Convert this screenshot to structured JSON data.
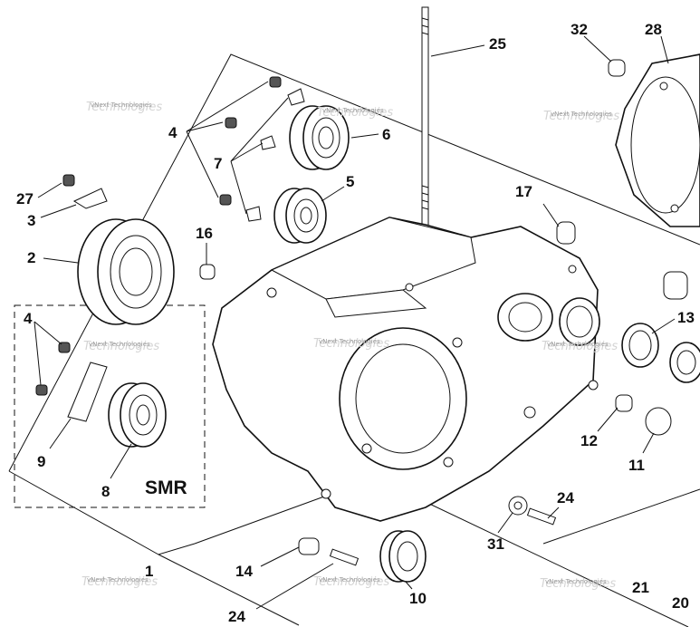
{
  "diagram": {
    "callouts": [
      "25",
      "32",
      "28",
      "4",
      "6",
      "7",
      "5",
      "27",
      "3",
      "17",
      "16",
      "2",
      "13",
      "4",
      "12",
      "11",
      "9",
      "8",
      "SMR",
      "24",
      "31",
      "14",
      "1",
      "10",
      "21",
      "20",
      "24"
    ],
    "watermark": "vNext Technologies",
    "watermark_faint": "Technologies"
  }
}
